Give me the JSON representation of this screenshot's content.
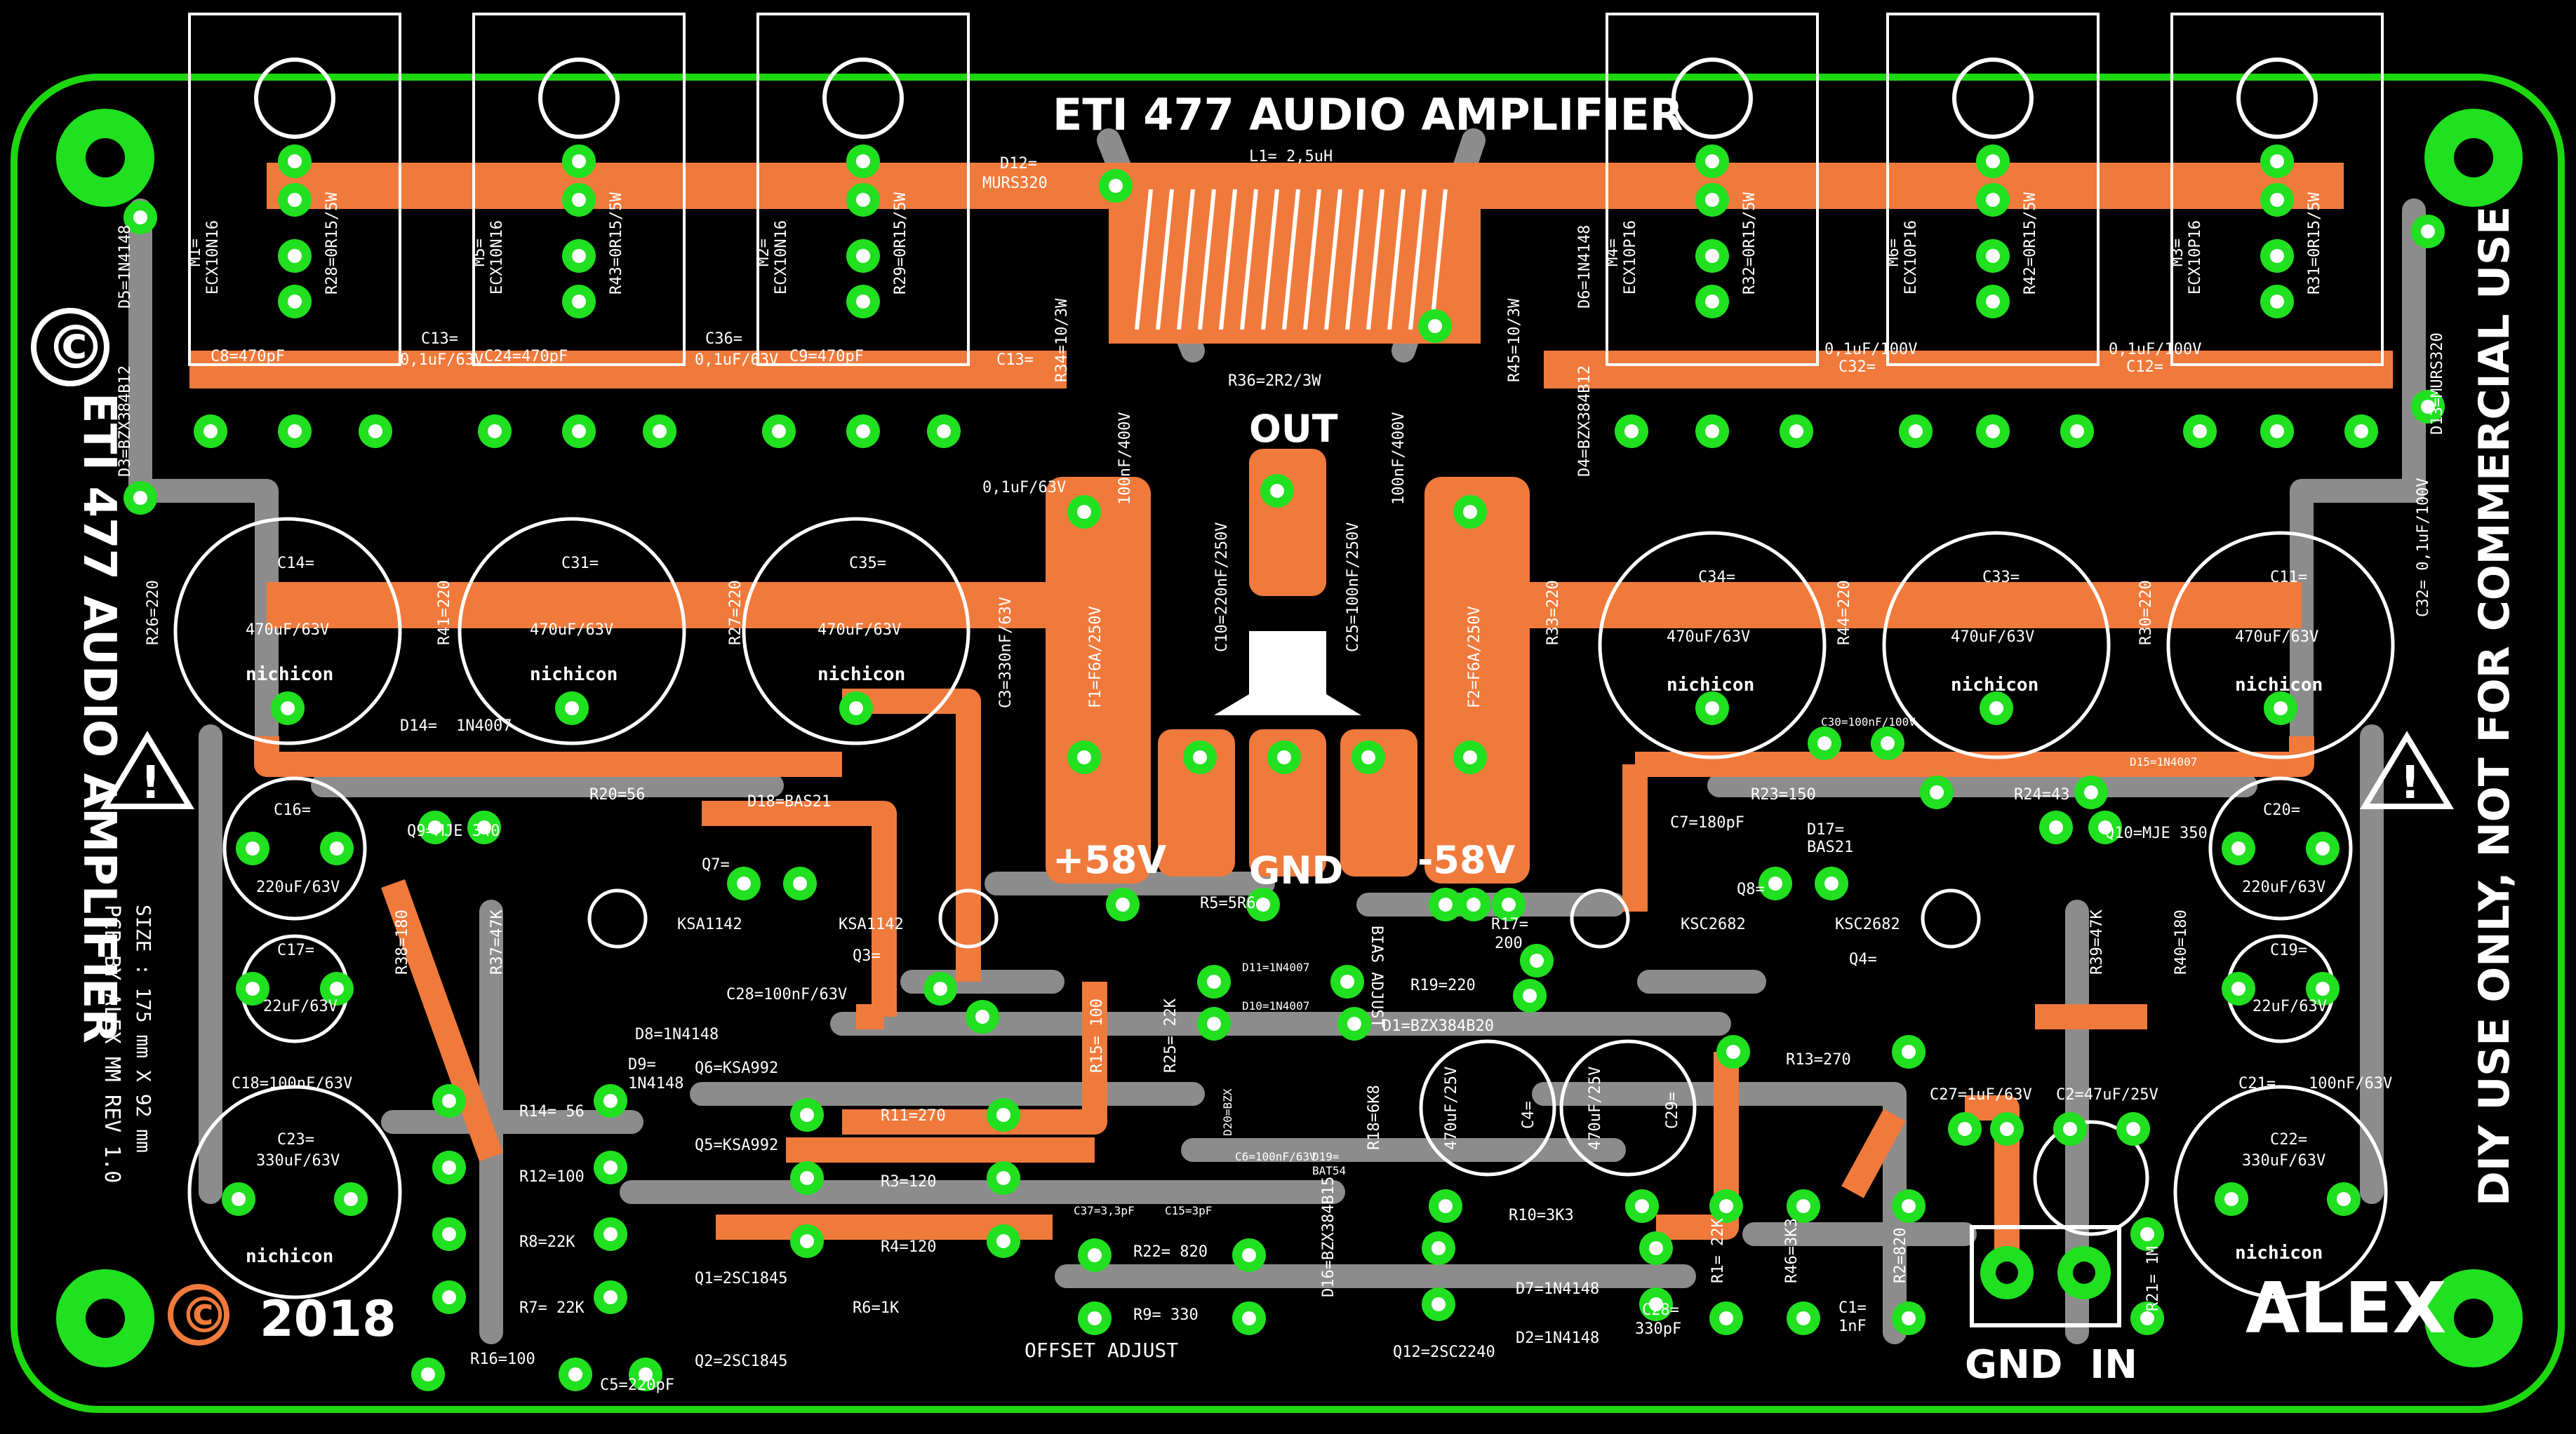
{
  "board": {
    "title": "ETI 477 AUDIO AMPLIFIER",
    "side_title": "ETI 477 AUDIO AMPLIFIER",
    "credit": "PCB BY ALEX MM REV 1.0",
    "size": "SIZE : 175 mm X 92 mm",
    "disclaimer": "DIY USE ONLY, NOT FOR COMMERCIAL USE",
    "year": "2018",
    "copyright_symbol": "©",
    "logo_text": "ALEX",
    "offset_label": "OFFSET ADJUST",
    "warning_symbol": "!"
  },
  "terminals": {
    "out": "OUT",
    "gnd": "GND",
    "pos": "+58V",
    "neg": "-58V",
    "gnd_in": "GND  IN"
  },
  "colors": {
    "board": "#000000",
    "outline": "#1ed80f",
    "copper": "#f07a3c",
    "trace_gray": "#8c8c8c",
    "silk": "#ffffff",
    "pad_green": "#20e020"
  },
  "labels": [
    {
      "text": "D12=",
      "rot": 0,
      "id": "d12a"
    },
    {
      "text": "MURS320",
      "rot": 0,
      "id": "d12b"
    },
    {
      "text": "L1= 2,5uH",
      "rot": 0,
      "id": "l1"
    },
    {
      "text": "M1=",
      "rot": -90,
      "id": "m1a"
    },
    {
      "text": "ECX10N16",
      "rot": -90,
      "id": "m1b"
    },
    {
      "text": "R28=0R15/5W",
      "rot": -90,
      "id": "r28"
    },
    {
      "text": "M5=",
      "rot": -90,
      "id": "m5a"
    },
    {
      "text": "ECX10N16",
      "rot": -90,
      "id": "m5b"
    },
    {
      "text": "R43=0R15/5W",
      "rot": -90,
      "id": "r43"
    },
    {
      "text": "M2=",
      "rot": -90,
      "id": "m2a"
    },
    {
      "text": "ECX10N16",
      "rot": -90,
      "id": "m2b"
    },
    {
      "text": "R29=0R15/5W",
      "rot": -90,
      "id": "r29"
    },
    {
      "text": "M4=",
      "rot": -90,
      "id": "m4a"
    },
    {
      "text": "ECX10P16",
      "rot": -90,
      "id": "m4b"
    },
    {
      "text": "R32=0R15/5W",
      "rot": -90,
      "id": "r32"
    },
    {
      "text": "M6=",
      "rot": -90,
      "id": "m6a"
    },
    {
      "text": "ECX10P16",
      "rot": -90,
      "id": "m6b"
    },
    {
      "text": "R42=0R15/5W",
      "rot": -90,
      "id": "r42"
    },
    {
      "text": "M3=",
      "rot": -90,
      "id": "m3a"
    },
    {
      "text": "ECX10P16",
      "rot": -90,
      "id": "m3b"
    },
    {
      "text": "R31=0R15/5W",
      "rot": -90,
      "id": "r31"
    },
    {
      "text": "D5=1N4148",
      "rot": -90,
      "id": "d5"
    },
    {
      "text": "D3=BZX384B12",
      "rot": -90,
      "id": "d3"
    },
    {
      "text": "D6=1N4148",
      "rot": -90,
      "id": "d6"
    },
    {
      "text": "D4=BZX384B12",
      "rot": -90,
      "id": "d4"
    },
    {
      "text": "D13=MURS320",
      "rot": -90,
      "id": "d13"
    },
    {
      "text": "C8=470pF",
      "rot": 0,
      "id": "c8"
    },
    {
      "text": "C13=",
      "rot": 0,
      "id": "c13a"
    },
    {
      "text": "0,1uF/63V",
      "rot": 0,
      "id": "c13b"
    },
    {
      "text": "C24=470pF",
      "rot": 0,
      "id": "c24"
    },
    {
      "text": "C36=",
      "rot": 0,
      "id": "c36a"
    },
    {
      "text": "0,1uF/63V",
      "rot": 0,
      "id": "c36b"
    },
    {
      "text": "C9=470pF",
      "rot": 0,
      "id": "c9"
    },
    {
      "text": "C13=",
      "rot": 0,
      "id": "c13c"
    },
    {
      "text": "0,1uF/63V",
      "rot": 0,
      "id": "c13d"
    },
    {
      "text": "R34=10/3W",
      "rot": -90,
      "id": "r34"
    },
    {
      "text": "R36=2R2/3W",
      "rot": 0,
      "id": "r36"
    },
    {
      "text": "R45=10/3W",
      "rot": -90,
      "id": "r45"
    },
    {
      "text": "0,1uF/100V",
      "rot": 0,
      "id": "c32t"
    },
    {
      "text": "C32=",
      "rot": 0,
      "id": "c32a"
    },
    {
      "text": "0,1uF/100V",
      "rot": 0,
      "id": "c12t"
    },
    {
      "text": "C12=",
      "rot": 0,
      "id": "c12a"
    },
    {
      "text": "C32= 0,1uF/100V",
      "rot": -90,
      "id": "c32side"
    },
    {
      "text": "100nF/400V",
      "rot": -90,
      "id": "c100a"
    },
    {
      "text": "100nF/400V",
      "rot": -90,
      "id": "c100b"
    },
    {
      "text": "C10=220nF/250V",
      "rot": -90,
      "id": "c10"
    },
    {
      "text": "C25=100nF/250V",
      "rot": -90,
      "id": "c25"
    },
    {
      "text": "F1=F6A/250V",
      "rot": -90,
      "id": "f1"
    },
    {
      "text": "F2=F6A/250V",
      "rot": -90,
      "id": "f2"
    },
    {
      "text": "C3=330nF/63V",
      "rot": -90,
      "id": "c3"
    },
    {
      "text": "R26=220",
      "rot": -90,
      "id": "r26"
    },
    {
      "text": "R41=220",
      "rot": -90,
      "id": "r41"
    },
    {
      "text": "R27=220",
      "rot": -90,
      "id": "r27"
    },
    {
      "text": "R33=220",
      "rot": -90,
      "id": "r33"
    },
    {
      "text": "R44=220",
      "rot": -90,
      "id": "r44"
    },
    {
      "text": "R30=220",
      "rot": -90,
      "id": "r30"
    },
    {
      "text": "C14=",
      "rot": 0,
      "id": "c14"
    },
    {
      "text": "470uF/63V",
      "rot": 0,
      "id": "c14v"
    },
    {
      "text": "C31=",
      "rot": 0,
      "id": "c31"
    },
    {
      "text": "470uF/63V",
      "rot": 0,
      "id": "c31v"
    },
    {
      "text": "C35=",
      "rot": 0,
      "id": "c35"
    },
    {
      "text": "470uF/63V",
      "rot": 0,
      "id": "c35v"
    },
    {
      "text": "C34=",
      "rot": 0,
      "id": "c34"
    },
    {
      "text": "470uF/63V",
      "rot": 0,
      "id": "c34v"
    },
    {
      "text": "C33=",
      "rot": 0,
      "id": "c33"
    },
    {
      "text": "470uF/63V",
      "rot": 0,
      "id": "c33v"
    },
    {
      "text": "C11=",
      "rot": 0,
      "id": "c11"
    },
    {
      "text": "470uF/63V",
      "rot": 0,
      "id": "c11v"
    },
    {
      "text": "nichicon",
      "rot": 0,
      "id": "nich"
    },
    {
      "text": "D14=",
      "rot": 0,
      "id": "d14a"
    },
    {
      "text": "1N4007",
      "rot": 0,
      "id": "d14b"
    },
    {
      "text": "Q9=MJE 340",
      "rot": 0,
      "id": "q9"
    },
    {
      "text": "R20=56",
      "rot": 0,
      "id": "r20"
    },
    {
      "text": "D18=BAS21",
      "rot": 0,
      "id": "d18"
    },
    {
      "text": "Q7=",
      "rot": 0,
      "id": "q7"
    },
    {
      "text": "KSA1142",
      "rot": 0,
      "id": "ksa1"
    },
    {
      "text": "KSA1142",
      "rot": 0,
      "id": "ksa2"
    },
    {
      "text": "Q3=",
      "rot": 0,
      "id": "q3"
    },
    {
      "text": "C28=100nF/63V",
      "rot": 0,
      "id": "c28t"
    },
    {
      "text": "C16=",
      "rot": 0,
      "id": "c16"
    },
    {
      "text": "220uF/63V",
      "rot": 0,
      "id": "c16v"
    },
    {
      "text": "C17=",
      "rot": 0,
      "id": "c17"
    },
    {
      "text": "22uF/63V",
      "rot": 0,
      "id": "c17v"
    },
    {
      "text": "C18=100nF/63V",
      "rot": 0,
      "id": "c18"
    },
    {
      "text": "C23=",
      "rot": 0,
      "id": "c23"
    },
    {
      "text": "330uF/63V",
      "rot": 0,
      "id": "c23v"
    },
    {
      "text": "R38=180",
      "rot": -90,
      "id": "r38"
    },
    {
      "text": "R37=47K",
      "rot": -90,
      "id": "r37"
    },
    {
      "text": "D8=1N4148",
      "rot": 0,
      "id": "d8"
    },
    {
      "text": "D9=",
      "rot": 0,
      "id": "d9a"
    },
    {
      "text": "1N4148",
      "rot": 0,
      "id": "d9b"
    },
    {
      "text": "Q6=KSA992",
      "rot": 0,
      "id": "q6"
    },
    {
      "text": "Q5=KSA992",
      "rot": 0,
      "id": "q5"
    },
    {
      "text": "Q1=2SC1845",
      "rot": 0,
      "id": "q1"
    },
    {
      "text": "Q2=2SC1845",
      "rot": 0,
      "id": "q2"
    },
    {
      "text": "R14= 56",
      "rot": 0,
      "id": "r14"
    },
    {
      "text": "R12=100",
      "rot": 0,
      "id": "r12"
    },
    {
      "text": "R8=22K",
      "rot": 0,
      "id": "r8"
    },
    {
      "text": "R7= 22K",
      "rot": 0,
      "id": "r7"
    },
    {
      "text": "R16=100",
      "rot": 0,
      "id": "r16"
    },
    {
      "text": "C5=220pF",
      "rot": 0,
      "id": "c5"
    },
    {
      "text": "R11=270",
      "rot": 0,
      "id": "r11"
    },
    {
      "text": "R3=120",
      "rot": 0,
      "id": "r3"
    },
    {
      "text": "R4=120",
      "rot": 0,
      "id": "r4"
    },
    {
      "text": "R6=1K",
      "rot": 0,
      "id": "r6"
    },
    {
      "text": "R22= 820",
      "rot": 0,
      "id": "r22"
    },
    {
      "text": "R9= 330",
      "rot": 0,
      "id": "r9"
    },
    {
      "text": "C37=3,3pF",
      "rot": 0,
      "id": "c37"
    },
    {
      "text": "C15=3pF",
      "rot": 0,
      "id": "c15"
    },
    {
      "text": "R15= 100",
      "rot": -90,
      "id": "r15"
    },
    {
      "text": "R25= 22K",
      "rot": -90,
      "id": "r25"
    },
    {
      "text": "R5=5R6",
      "rot": 0,
      "id": "r5"
    },
    {
      "text": "D11=1N4007",
      "rot": 0,
      "id": "d11"
    },
    {
      "text": "D10=1N4007",
      "rot": 0,
      "id": "d10"
    },
    {
      "text": "D1=BZX384B20",
      "rot": 0,
      "id": "d1"
    },
    {
      "text": "D20=BZX",
      "rot": -90,
      "id": "d20"
    },
    {
      "text": "C6=100nF/63V",
      "rot": 0,
      "id": "c6"
    },
    {
      "text": "D19=",
      "rot": 0,
      "id": "d19a"
    },
    {
      "text": "BAT54",
      "rot": 0,
      "id": "d19b"
    },
    {
      "text": "R18=6K8",
      "rot": -90,
      "id": "r18"
    },
    {
      "text": "D16=BZX384B15",
      "rot": -90,
      "id": "d16"
    },
    {
      "text": "R19=220",
      "rot": 0,
      "id": "r19"
    },
    {
      "text": "R17=",
      "rot": 0,
      "id": "r17a"
    },
    {
      "text": "200",
      "rot": 0,
      "id": "r17b"
    },
    {
      "text": "BIAS ADJUST",
      "rot": -90,
      "id": "bias"
    },
    {
      "text": "470uF/25V",
      "rot": -90,
      "id": "c470a"
    },
    {
      "text": "C4=",
      "rot": -90,
      "id": "c4"
    },
    {
      "text": "470uF/25V",
      "rot": -90,
      "id": "c470b"
    },
    {
      "text": "C29=",
      "rot": -90,
      "id": "c29"
    },
    {
      "text": "R10=3K3",
      "rot": 0,
      "id": "r10"
    },
    {
      "text": "D7=1N4148",
      "rot": 0,
      "id": "d7"
    },
    {
      "text": "D2=1N4148",
      "rot": 0,
      "id": "d2"
    },
    {
      "text": "Q12=2SC2240",
      "rot": 0,
      "id": "q12"
    },
    {
      "text": "C7=180pF",
      "rot": 0,
      "id": "c7"
    },
    {
      "text": "R23=150",
      "rot": 0,
      "id": "r23"
    },
    {
      "text": "D17=",
      "rot": 0,
      "id": "d17a"
    },
    {
      "text": "BAS21",
      "rot": 0,
      "id": "d17b"
    },
    {
      "text": "Q8=",
      "rot": 0,
      "id": "q8"
    },
    {
      "text": "KSC2682",
      "rot": 0,
      "id": "ksc1"
    },
    {
      "text": "KSC2682",
      "rot": 0,
      "id": "ksc2"
    },
    {
      "text": "Q4=",
      "rot": 0,
      "id": "q4"
    },
    {
      "text": "R13=270",
      "rot": 0,
      "id": "r13"
    },
    {
      "text": "R24=43",
      "rot": 0,
      "id": "r24"
    },
    {
      "text": "C30=100nF/100V",
      "rot": 0,
      "id": "c30"
    },
    {
      "text": "D15=1N4007",
      "rot": 0,
      "id": "d15"
    },
    {
      "text": "Q10=MJE 350",
      "rot": 0,
      "id": "q10"
    },
    {
      "text": "R39=47K",
      "rot": -90,
      "id": "r39"
    },
    {
      "text": "R40=180",
      "rot": -90,
      "id": "r40"
    },
    {
      "text": "C20=",
      "rot": 0,
      "id": "c20"
    },
    {
      "text": "220uF/63V",
      "rot": 0,
      "id": "c20v"
    },
    {
      "text": "C19=",
      "rot": 0,
      "id": "c19"
    },
    {
      "text": "22uF/63V",
      "rot": 0,
      "id": "c19v"
    },
    {
      "text": "C21=",
      "rot": 0,
      "id": "c21a"
    },
    {
      "text": "100nF/63V",
      "rot": 0,
      "id": "c21b"
    },
    {
      "text": "C22=",
      "rot": 0,
      "id": "c22"
    },
    {
      "text": "330uF/63V",
      "rot": 0,
      "id": "c22v"
    },
    {
      "text": "C27=1uF/63V",
      "rot": 0,
      "id": "c27"
    },
    {
      "text": "C2=47uF/25V",
      "rot": 0,
      "id": "c2"
    },
    {
      "text": "R1= 22K",
      "rot": -90,
      "id": "r1"
    },
    {
      "text": "R46=3K3",
      "rot": -90,
      "id": "r46"
    },
    {
      "text": "R2=820",
      "rot": -90,
      "id": "r2"
    },
    {
      "text": "C28=",
      "rot": 0,
      "id": "c28a"
    },
    {
      "text": "330pF",
      "rot": 0,
      "id": "c28b"
    },
    {
      "text": "C1=",
      "rot": 0,
      "id": "c1a"
    },
    {
      "text": "1nF",
      "rot": 0,
      "id": "c1b"
    },
    {
      "text": "R21= 1M",
      "rot": -90,
      "id": "r21"
    }
  ]
}
